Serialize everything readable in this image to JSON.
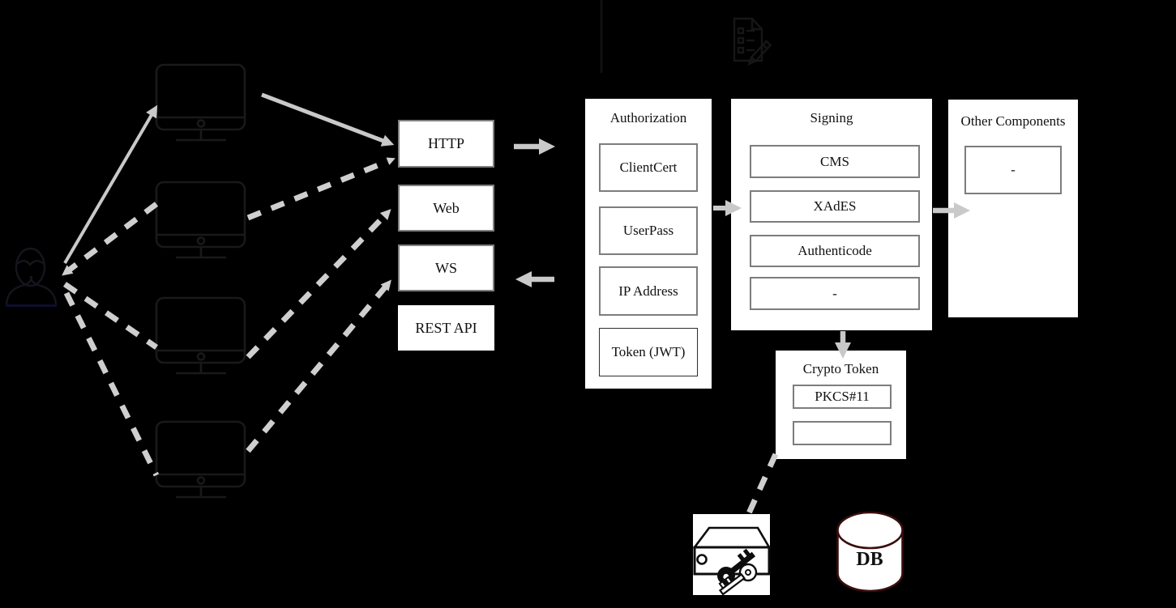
{
  "channels": {
    "items": [
      "HTTP",
      "Web",
      "WS",
      "REST API"
    ]
  },
  "authorization": {
    "title": "Authorization",
    "items": [
      "ClientCert",
      "UserPass",
      "IP Address",
      "Token (JWT)"
    ]
  },
  "signing": {
    "title": "Signing",
    "items": [
      "CMS",
      "XAdES",
      "Authenticode",
      "-"
    ]
  },
  "other_components": {
    "title": "Other Components",
    "items": [
      "-"
    ]
  },
  "crypto_token": {
    "title": "Crypto Token",
    "items": [
      "PKCS#11",
      ""
    ]
  },
  "database": {
    "label": "DB"
  },
  "icons": {
    "top": "signed-document-pencil-icon",
    "actor": "user-person-icon",
    "clients": [
      "desktop-monitor-icon",
      "desktop-monitor-icon",
      "desktop-monitor-icon",
      "desktop-monitor-icon"
    ],
    "hardware": "hsm-keys-icon",
    "storage": "database-cylinder-icon"
  },
  "colors": {
    "background": "#000000",
    "box_fill": "#ffffff",
    "box_border": "#808080",
    "text": "#111111",
    "arrow_gray": "#c9c9c9",
    "db_border": "#3a0e0e",
    "dark_icon_stroke": "#1a1a1a"
  }
}
